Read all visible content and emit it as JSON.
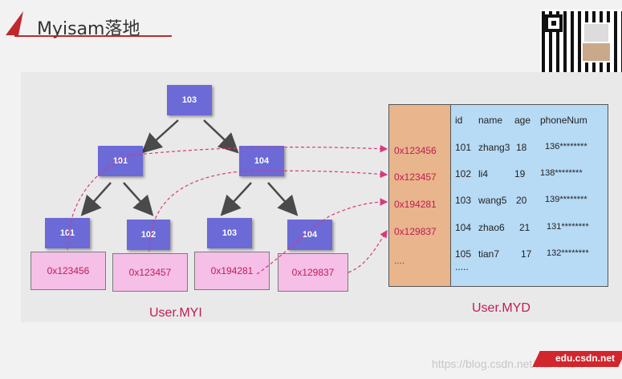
{
  "title": "Myisam落地",
  "tree": {
    "root": "103",
    "level1": [
      "101",
      "104"
    ],
    "leaves": [
      "101",
      "102",
      "103",
      "104"
    ],
    "leaf_addresses": [
      "0x123456",
      "0x123457",
      "0x194281",
      "0x129837"
    ]
  },
  "myi_caption": "User.MYI",
  "myd_caption": "User.MYD",
  "myd": {
    "pointers": [
      "0x123456",
      "0x123457",
      "0x194281",
      "0x129837",
      "...."
    ],
    "headers": [
      "id",
      "name",
      "age",
      "phoneNum"
    ],
    "rows": [
      [
        "101",
        "zhang3",
        "18",
        "136********"
      ],
      [
        "102",
        "li4",
        "19",
        "138********"
      ],
      [
        "103",
        "wang5",
        "20",
        "139********"
      ],
      [
        "104",
        "zhao6",
        "21",
        "131********"
      ],
      [
        "105",
        "tian7",
        "17",
        "132********"
      ]
    ],
    "trailing": "....."
  },
  "watermark": "https://blog.csdn.net/NanShuiTT",
  "badge": "edu.csdn.net",
  "colors": {
    "node": "#6b6ad6",
    "address_box": "#f5bfe8",
    "pointer_text": "#c21c54",
    "myd_pointer_column": "#e8b58c",
    "myd_data_column": "#b7daf5",
    "accent": "#c0282d"
  }
}
